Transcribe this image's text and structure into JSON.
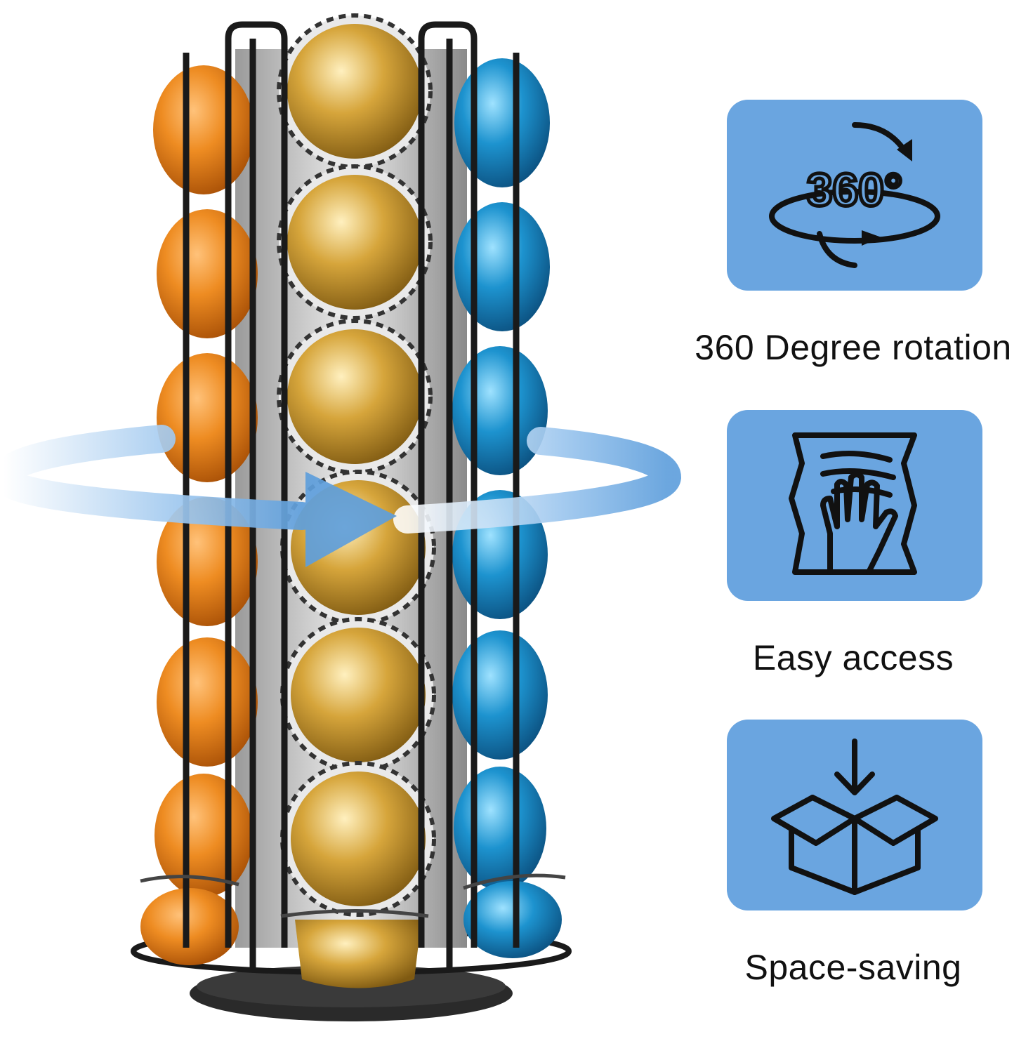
{
  "colors": {
    "tile_bg": "#6aa5e0",
    "icon_stroke": "#111111",
    "rotation_arrow": "#9cc6ee",
    "rack_wire": "#1a1a1a",
    "capsule_orange": "#e8811a",
    "capsule_gold": "#c99a2e",
    "capsule_blue": "#1a8ec9"
  },
  "features": [
    {
      "icon": "rotate-360-icon",
      "icon_label": "360°",
      "caption": "360 Degree rotation"
    },
    {
      "icon": "cleaning-hand-icon",
      "caption": "Easy access"
    },
    {
      "icon": "storage-box-icon",
      "caption": "Space-saving"
    }
  ]
}
